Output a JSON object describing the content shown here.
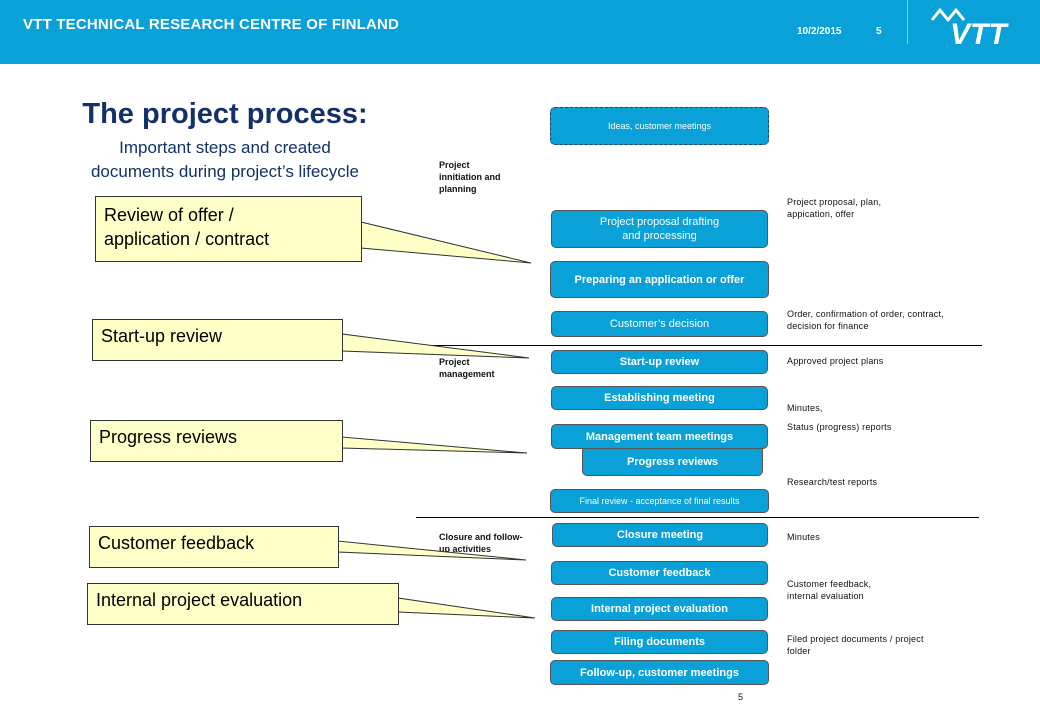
{
  "header": {
    "org_name": "VTT TECHNICAL RESEARCH CENTRE OF FINLAND",
    "date": "10/2/2015",
    "page": "5",
    "logo_text": "VTT",
    "brand_color": "#0aa0d8"
  },
  "title": "The project process:",
  "subtitle_line1": "Important steps and created",
  "subtitle_line2": "documents during project’s lifecycle",
  "phases": {
    "initiation": [
      "Project",
      "innitiation and",
      "planning"
    ],
    "management": [
      "Project",
      "management"
    ],
    "closure": [
      "Closure and follow-",
      "up activities"
    ]
  },
  "steps": [
    {
      "line1": "Ideas, customer meetings",
      "line2": ""
    },
    {
      "line1": "Project proposal drafting",
      "line2": "and processing"
    },
    {
      "line1": "Preparing an application or offer",
      "line2": ""
    },
    {
      "line1": "Customer’s decision",
      "line2": ""
    },
    {
      "line1": "Start-up review",
      "line2": ""
    },
    {
      "line1": "Establishing meeting",
      "line2": ""
    },
    {
      "line1": "Management team meetings",
      "line2": ""
    },
    {
      "line1": "Progress reviews",
      "line2": ""
    },
    {
      "line1": "Final review - acceptance of final results",
      "line2": ""
    },
    {
      "line1": "Closure meeting",
      "line2": ""
    },
    {
      "line1": "Customer feedback",
      "line2": ""
    },
    {
      "line1": "Internal project evaluation",
      "line2": ""
    },
    {
      "line1": "Filing documents",
      "line2": ""
    },
    {
      "line1": "Follow-up, customer meetings",
      "line2": ""
    }
  ],
  "documents": [
    {
      "line1": "Project proposal, plan,",
      "line2": "appication, offer"
    },
    {
      "line1": "Order, confirmation of order, contract,",
      "line2": "decision for finance"
    },
    {
      "line1": "Approved project plans",
      "line2": ""
    },
    {
      "line1": "Minutes,",
      "line2": ""
    },
    {
      "line1": "Status (progress) reports",
      "line2": ""
    },
    {
      "line1": "Research/test reports",
      "line2": ""
    },
    {
      "line1": "Minutes",
      "line2": ""
    },
    {
      "line1": "Customer feedback,",
      "line2": "internal evaluation"
    },
    {
      "line1": "Filed project documents / project",
      "line2": "folder"
    }
  ],
  "callouts": [
    {
      "line1": "Review of offer /",
      "line2": "application / contract"
    },
    {
      "line1": "Start-up review",
      "line2": ""
    },
    {
      "line1": "Progress reviews",
      "line2": ""
    },
    {
      "line1": "Customer feedback",
      "line2": ""
    },
    {
      "line1": "Internal project evaluation",
      "line2": ""
    }
  ],
  "footer_page": "5"
}
